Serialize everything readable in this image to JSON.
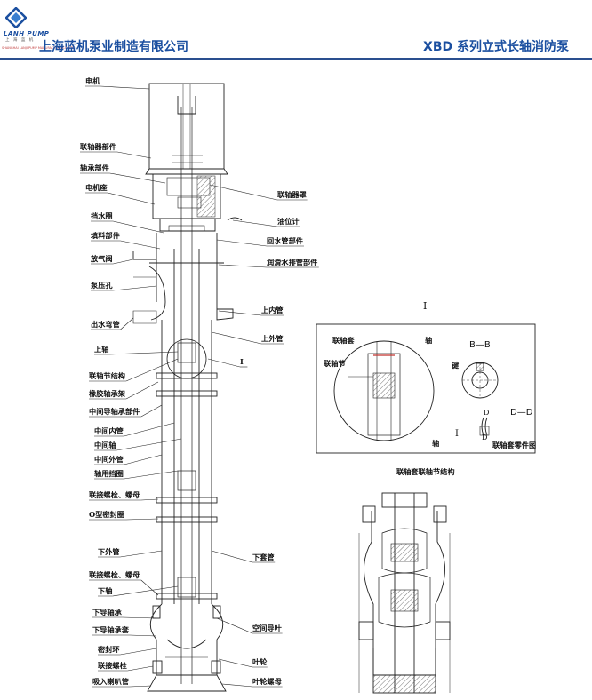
{
  "header": {
    "logo_en": "LANH PUMP",
    "logo_cn": "上 海 蓝 机",
    "logo_tag": "SHANGHAI LANJI PUMP MANUFACTURE CO.,LTD",
    "company": "上海蓝机泵业制造有限公司",
    "series_title": "XBD 系列立式长轴消防泵"
  },
  "labels_left": [
    "电机",
    "联轴器部件",
    "轴承部件",
    "电机座",
    "挡水圈",
    "填料部件",
    "放气阀",
    "泵压孔",
    "出水弯管",
    "上轴",
    "联轴节结构",
    "橡胶轴承架",
    "中间导轴承部件",
    "中间内管",
    "中间轴",
    "中间外管",
    "轴用挡圈",
    "联接螺栓、螺母",
    "O型密封圈",
    "下外管",
    "联接螺栓、螺母",
    "下轴",
    "下导轴承",
    "下导轴承套",
    "密封环",
    "联接螺栓",
    "吸入喇叭管"
  ],
  "labels_right": [
    "联轴器罩",
    "油位计",
    "回水管部件",
    "润滑水排管部件",
    "上内管",
    "上外管",
    "I",
    "下套管",
    "空间导叶",
    "叶轮",
    "叶轮螺母"
  ],
  "detail": {
    "title": "I",
    "label_coupling_sleeve": "联轴套",
    "label_coupling_joint": "联轴节",
    "label_shaft_top": "轴",
    "label_shaft_bottom": "轴",
    "label_key": "键",
    "label_i": "I",
    "section_bb": "B—B",
    "section_dd": "D—D",
    "label_sleeve_part": "联轴套零件图",
    "mark_d1": "D",
    "mark_d2": "D"
  },
  "caption_joint": "联轴套联轴节结构"
}
